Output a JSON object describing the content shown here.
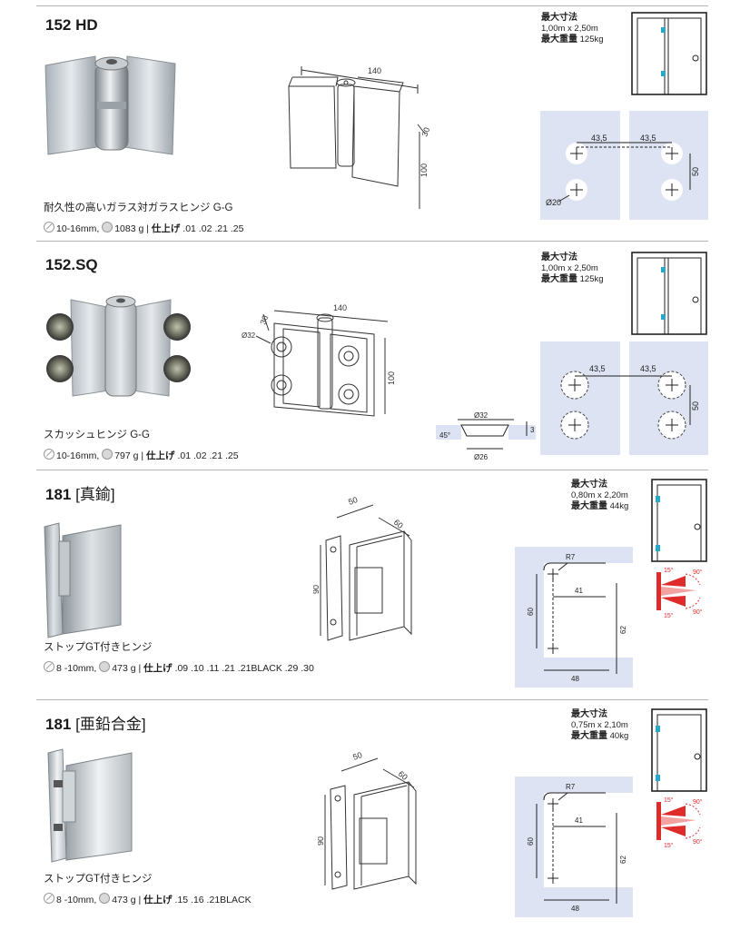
{
  "products": [
    {
      "code": "152 HD",
      "code_sub": "",
      "description": "耐久性の高いガラス対ガラスヒンジ G-G",
      "thickness": "10-16mm,",
      "weight": "1083 g",
      "finish_label": "仕上げ",
      "finishes": ".01 .02 .21 .25",
      "max_size_label": "最大寸法",
      "max_size": "1,00m x 2,50m",
      "max_weight_label": "最大重量",
      "max_weight": "125kg",
      "dims": {
        "w": "140",
        "d": "30",
        "h": "100"
      },
      "plan": {
        "a": "43,5",
        "b": "43,5",
        "c": "50",
        "hole": "Ø20"
      }
    },
    {
      "code": "152.SQ",
      "code_sub": "",
      "description": "スカッシュヒンジ G-G",
      "thickness": "10-16mm,",
      "weight": "797 g",
      "finish_label": "仕上げ",
      "finishes": ".01 .02 .21 .25",
      "max_size_label": "最大寸法",
      "max_size": "1,00m x 2,50m",
      "max_weight_label": "最大重量",
      "max_weight": "125kg",
      "dims": {
        "w": "140",
        "d": "30",
        "h": "100",
        "knob": "Ø32"
      },
      "plan": {
        "a": "43,5",
        "b": "43,5",
        "c": "50"
      },
      "section": {
        "top": "Ø32",
        "bottom": "Ø26",
        "angle": "45°",
        "depth": "3"
      }
    },
    {
      "code": "181",
      "code_sub": "[真鍮]",
      "description": "ストップGT付きヒンジ",
      "thickness": "8 -10mm,",
      "weight": "473 g",
      "finish_label": "仕上げ",
      "finishes": ".09 .10 .11 .21 .21BLACK .29 .30",
      "max_size_label": "最大寸法",
      "max_size": "0,80m x 2,20m",
      "max_weight_label": "最大重量",
      "max_weight": "44kg",
      "dims": {
        "w": "50",
        "d": "60",
        "h": "90"
      },
      "plan": {
        "r": "R7",
        "a": "41",
        "b": "48",
        "c": "60",
        "d": "62"
      },
      "swing": {
        "a": "15°",
        "b": "90°",
        "c": "15°",
        "d": "90°"
      }
    },
    {
      "code": "181",
      "code_sub": "[亜鉛合金]",
      "description": "ストップGT付きヒンジ",
      "thickness": "8 -10mm,",
      "weight": "473 g",
      "finish_label": "仕上げ",
      "finishes": ".15 .16 .21BLACK",
      "max_size_label": "最大寸法",
      "max_size": "0,75m x 2,10m",
      "max_weight_label": "最大重量",
      "max_weight": "40kg",
      "dims": {
        "w": "50",
        "d": "60",
        "h": "90"
      },
      "plan": {
        "r": "R7",
        "a": "41",
        "b": "48",
        "c": "60",
        "d": "62"
      },
      "swing": {
        "a": "15°",
        "b": "90°",
        "c": "15°",
        "d": "90°"
      }
    }
  ]
}
